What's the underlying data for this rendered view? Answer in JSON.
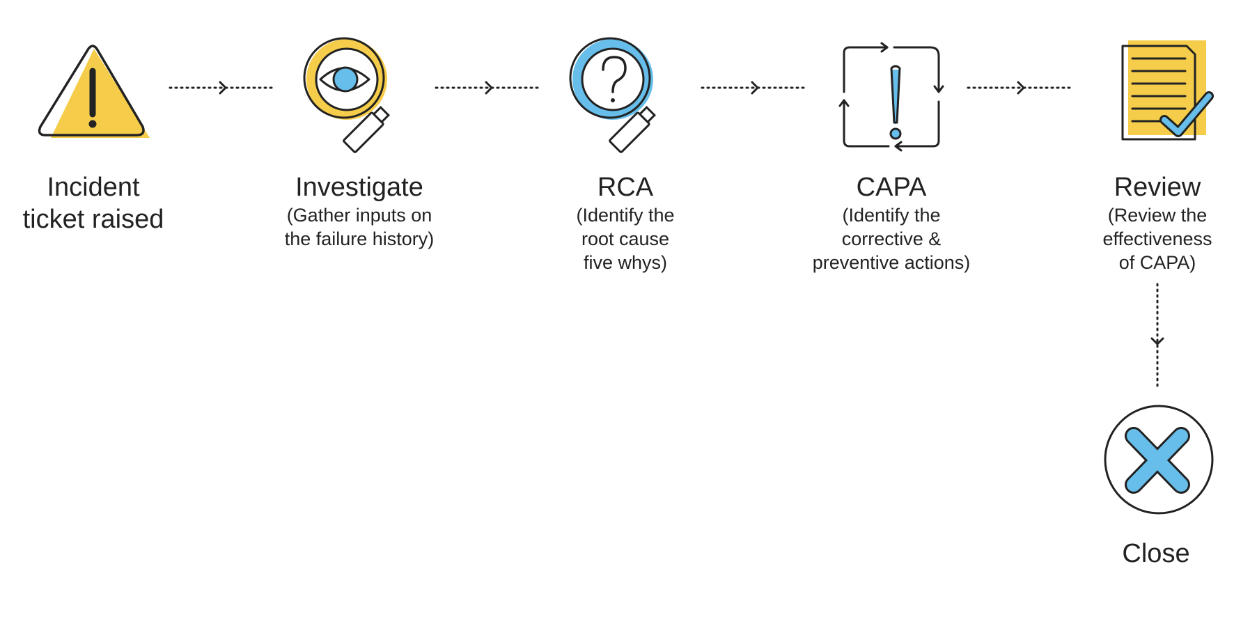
{
  "process_flow": {
    "steps": [
      {
        "id": "incident",
        "icon": "warning-triangle-icon",
        "title_lines": [
          "Incident",
          "ticket raised"
        ],
        "desc_lines": []
      },
      {
        "id": "investigate",
        "icon": "magnifier-eye-icon",
        "title_lines": [
          "Investigate"
        ],
        "desc_lines": [
          "(Gather inputs on",
          "the failure history)"
        ]
      },
      {
        "id": "rca",
        "icon": "magnifier-question-icon",
        "title_lines": [
          "RCA"
        ],
        "desc_lines": [
          "(Identify the",
          "root cause",
          "five whys)"
        ]
      },
      {
        "id": "capa",
        "icon": "cycle-exclamation-icon",
        "title_lines": [
          "CAPA"
        ],
        "desc_lines": [
          "(Identify the",
          "corrective &",
          "preventive actions)"
        ]
      },
      {
        "id": "review",
        "icon": "checklist-document-icon",
        "title_lines": [
          "Review"
        ],
        "desc_lines": [
          "(Review the",
          "effectiveness",
          "of CAPA)"
        ]
      },
      {
        "id": "close",
        "icon": "close-circle-icon",
        "title_lines": [
          "Close"
        ],
        "desc_lines": []
      }
    ],
    "colors": {
      "yellow": "#F6CD4A",
      "blue": "#67BEEA",
      "ink": "#222222"
    }
  }
}
